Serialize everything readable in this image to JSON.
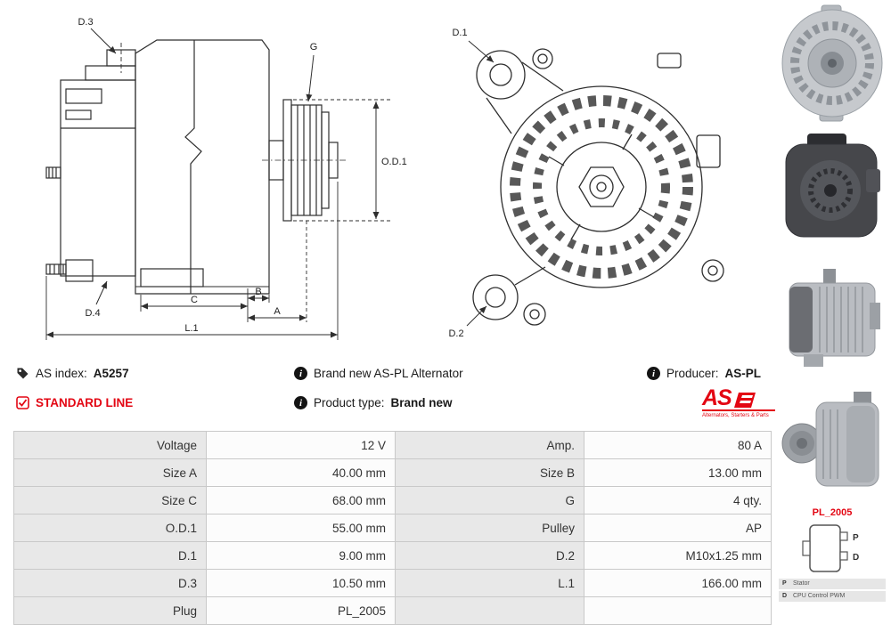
{
  "header": {
    "as_index_label": "AS index:",
    "as_index_value": "A5257",
    "brand_new_text": "Brand new AS-PL Alternator",
    "producer_label": "Producer:",
    "producer_value": "AS-PL",
    "standard_line_text": "STANDARD LINE",
    "product_type_label": "Product type:",
    "product_type_value": "Brand new",
    "accent_color": "#e30613"
  },
  "logo": {
    "text": "AS",
    "subtext": "Alternators, Starters & Parts",
    "color": "#e30613"
  },
  "icons": {
    "info_glyph": "i"
  },
  "diagrams": {
    "side_view_labels": {
      "d3": "D.3",
      "g": "G",
      "od1": "O.D.1",
      "d4": "D.4",
      "c": "C",
      "b": "B",
      "a": "A",
      "l1": "L.1"
    },
    "front_view_labels": {
      "d1": "D.1",
      "d2": "D.2"
    }
  },
  "plug": {
    "code": "PL_2005",
    "pin_p": "P",
    "pin_d": "D",
    "legend": [
      {
        "pin": "P",
        "desc": "Stator"
      },
      {
        "pin": "D",
        "desc": "CPU Control PWM"
      }
    ]
  },
  "spec_table": {
    "rows": [
      {
        "label1": "Voltage",
        "value1": "12 V",
        "label2": "Amp.",
        "value2": "80 A"
      },
      {
        "label1": "Size A",
        "value1": "40.00 mm",
        "label2": "Size B",
        "value2": "13.00 mm"
      },
      {
        "label1": "Size C",
        "value1": "68.00 mm",
        "label2": "G",
        "value2": "4 qty."
      },
      {
        "label1": "O.D.1",
        "value1": "55.00 mm",
        "label2": "Pulley",
        "value2": "AP"
      },
      {
        "label1": "D.1",
        "value1": "9.00 mm",
        "label2": "D.2",
        "value2": "M10x1.25 mm"
      },
      {
        "label1": "D.3",
        "value1": "10.50 mm",
        "label2": "L.1",
        "value2": "166.00 mm"
      },
      {
        "label1": "Plug",
        "value1": "PL_2005",
        "label2": "",
        "value2": ""
      }
    ]
  }
}
